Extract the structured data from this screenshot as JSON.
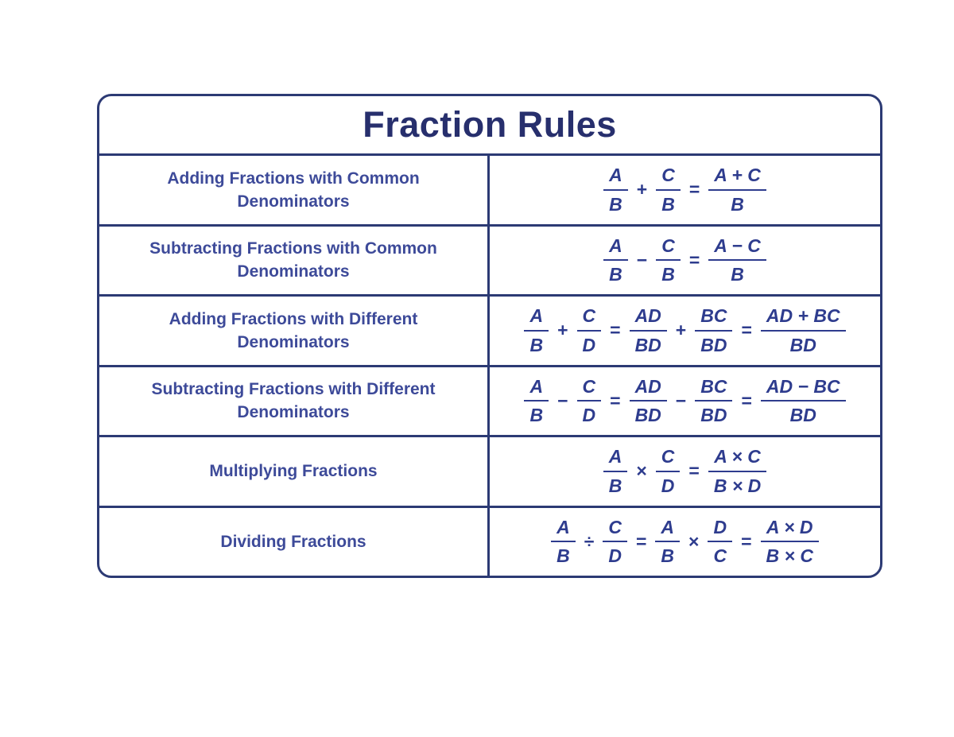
{
  "page": {
    "background": "#ffffff"
  },
  "table": {
    "title": "Fraction Rules",
    "colors": {
      "border": "#2c3a74",
      "title": "#272f6d",
      "label": "#3d4a99",
      "formula": "#2e3c8e"
    },
    "rows": [
      {
        "label_lines": [
          "Adding Fractions with Common",
          "Denominators"
        ],
        "formula": [
          {
            "frac": [
              "A",
              "B"
            ]
          },
          {
            "op": "+"
          },
          {
            "frac": [
              "C",
              "B"
            ]
          },
          {
            "op": "="
          },
          {
            "frac": [
              "A + C",
              "B"
            ]
          }
        ]
      },
      {
        "label_lines": [
          "Subtracting Fractions with Common",
          "Denominators"
        ],
        "formula": [
          {
            "frac": [
              "A",
              "B"
            ]
          },
          {
            "op": "−"
          },
          {
            "frac": [
              "C",
              "B"
            ]
          },
          {
            "op": "="
          },
          {
            "frac": [
              "A − C",
              "B"
            ]
          }
        ]
      },
      {
        "label_lines": [
          "Adding Fractions with Different",
          "Denominators"
        ],
        "formula": [
          {
            "frac": [
              "A",
              "B"
            ]
          },
          {
            "op": "+"
          },
          {
            "frac": [
              "C",
              "D"
            ]
          },
          {
            "op": "="
          },
          {
            "frac": [
              "AD",
              "BD"
            ]
          },
          {
            "op": "+"
          },
          {
            "frac": [
              "BC",
              "BD"
            ]
          },
          {
            "op": "="
          },
          {
            "frac": [
              "AD + BC",
              "BD"
            ]
          }
        ]
      },
      {
        "label_lines": [
          "Subtracting Fractions with Different",
          "Denominators"
        ],
        "formula": [
          {
            "frac": [
              "A",
              "B"
            ]
          },
          {
            "op": "−"
          },
          {
            "frac": [
              "C",
              "D"
            ]
          },
          {
            "op": "="
          },
          {
            "frac": [
              "AD",
              "BD"
            ]
          },
          {
            "op": "−"
          },
          {
            "frac": [
              "BC",
              "BD"
            ]
          },
          {
            "op": "="
          },
          {
            "frac": [
              "AD − BC",
              "BD"
            ]
          }
        ]
      },
      {
        "label_lines": [
          "Multiplying Fractions"
        ],
        "formula": [
          {
            "frac": [
              "A",
              "B"
            ]
          },
          {
            "op": "×"
          },
          {
            "frac": [
              "C",
              "D"
            ]
          },
          {
            "op": "="
          },
          {
            "frac": [
              "A × C",
              "B × D"
            ]
          }
        ]
      },
      {
        "label_lines": [
          "Dividing Fractions"
        ],
        "formula": [
          {
            "frac": [
              "A",
              "B"
            ]
          },
          {
            "op": "÷"
          },
          {
            "frac": [
              "C",
              "D"
            ]
          },
          {
            "op": "="
          },
          {
            "frac": [
              "A",
              "B"
            ]
          },
          {
            "op": "×"
          },
          {
            "frac": [
              "D",
              "C"
            ]
          },
          {
            "op": "="
          },
          {
            "frac": [
              "A × D",
              "B × C"
            ]
          }
        ]
      }
    ]
  }
}
